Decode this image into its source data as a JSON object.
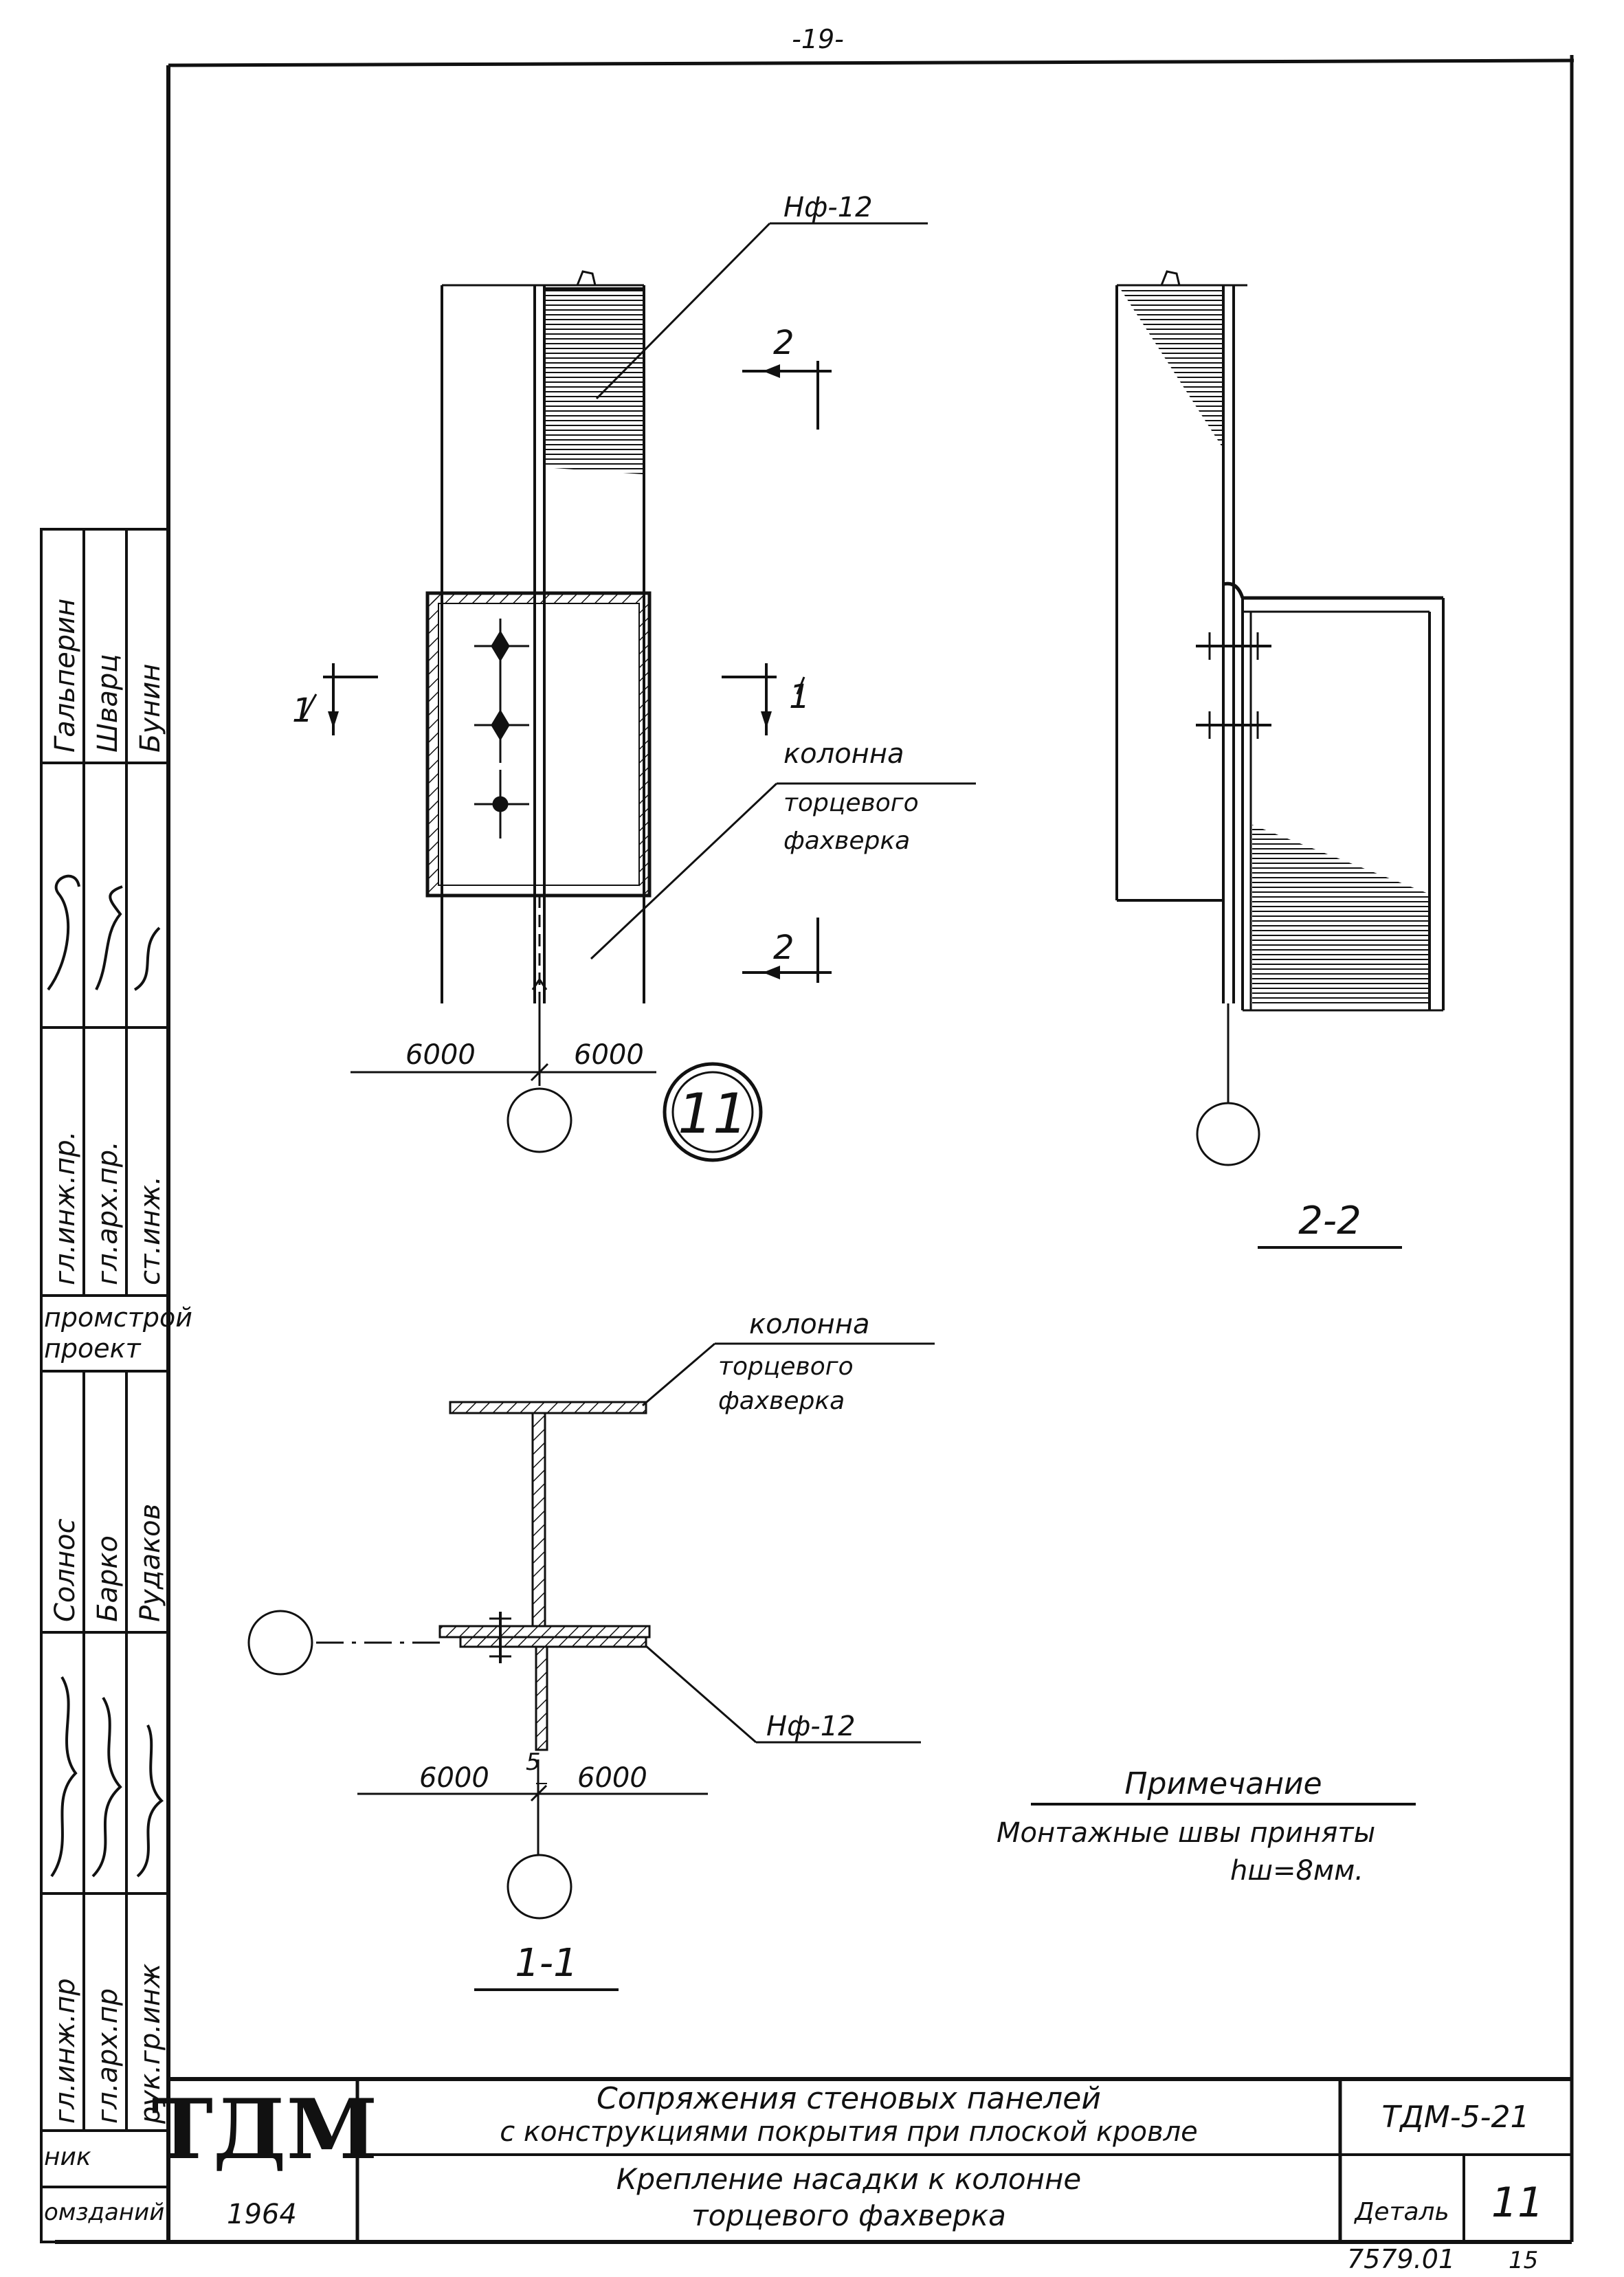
{
  "page_number": "-19-",
  "sheet_footer": {
    "code": "7579.01",
    "sheet": "15"
  },
  "stamp_left": {
    "upper": {
      "roles": [
        "гл.инж.пр.",
        "гл.арх.пр.",
        "ст.инж."
      ],
      "names": [
        "Гальперин",
        "Шварц",
        "Бунин"
      ]
    },
    "org": [
      "промстрой",
      "проект"
    ],
    "lower": {
      "roles": [
        "гл.инж.пр",
        "гл.арх.пр",
        "рук.гр.инж"
      ],
      "names": [
        "Солнос",
        "Барко",
        "Рудаков"
      ]
    },
    "dept": [
      "ник",
      "омзданий"
    ]
  },
  "drawing": {
    "elev": {
      "label_nf12": "Нф-12",
      "label_column": [
        "колонна",
        "торцевого",
        "фахверка"
      ],
      "section_marks": {
        "s2": "2",
        "s1": "1"
      },
      "dims": [
        "6000",
        "6000"
      ],
      "detail_circle": "11"
    },
    "sec22": {
      "title": "2-2"
    },
    "sec11": {
      "title": "1-1",
      "label_column": [
        "колонна",
        "торцевого",
        "фахверка"
      ],
      "label_nf12": "Нф-12",
      "dims": [
        "6000",
        "6000"
      ],
      "gap": "5"
    },
    "note": {
      "title": "Примечание",
      "line1": "Монтажные швы приняты",
      "line2": "hш=8мм."
    }
  },
  "title_block": {
    "logo": "ТДМ",
    "year": "1964",
    "title1": "Сопряжения стеновых панелей",
    "title2": "с конструкциями покрытия при плоской кровле",
    "subtitle1": "Крепление насадки к колонне",
    "subtitle2": "торцевого фахверка",
    "code": "ТДМ-5-21",
    "detail_label": "Деталь",
    "detail_number": "11"
  }
}
